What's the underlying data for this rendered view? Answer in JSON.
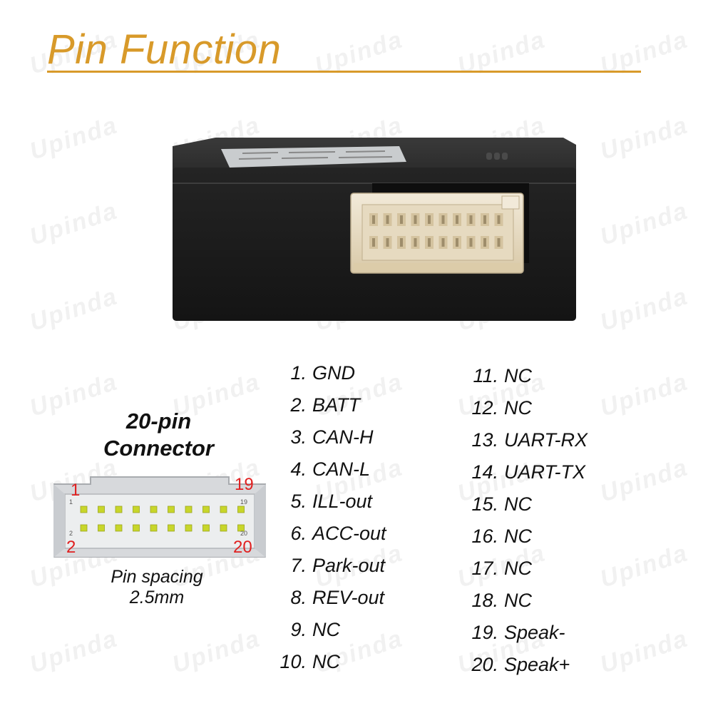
{
  "header": {
    "title": "Pin Function"
  },
  "watermark": {
    "text": "Upinda"
  },
  "connector": {
    "heading_line1": "20-pin",
    "heading_line2": "Connector",
    "corner_labels": {
      "top_left": "1",
      "bottom_left": "2",
      "top_right": "19",
      "bottom_right": "20"
    },
    "small_labels": {
      "top_left": "1",
      "bottom_left": "2",
      "top_right": "19",
      "bottom_right": "20"
    },
    "spacing_line1": "Pin spacing",
    "spacing_line2": "2.5mm"
  },
  "pins_left": [
    {
      "num": "1.",
      "name": "GND"
    },
    {
      "num": "2.",
      "name": "BATT"
    },
    {
      "num": "3.",
      "name": "CAN-H"
    },
    {
      "num": "4.",
      "name": "CAN-L"
    },
    {
      "num": "5.",
      "name": "ILL-out"
    },
    {
      "num": "6.",
      "name": "ACC-out"
    },
    {
      "num": "7.",
      "name": "Park-out"
    },
    {
      "num": "8.",
      "name": "REV-out"
    },
    {
      "num": "9.",
      "name": "NC"
    },
    {
      "num": "10.",
      "name": "NC"
    }
  ],
  "pins_right": [
    {
      "num": "11.",
      "name": "NC"
    },
    {
      "num": "12.",
      "name": "NC"
    },
    {
      "num": "13.",
      "name": "UART-RX"
    },
    {
      "num": "14.",
      "name": "UART-TX"
    },
    {
      "num": "15.",
      "name": "NC"
    },
    {
      "num": "16.",
      "name": "NC"
    },
    {
      "num": "17.",
      "name": "NC"
    },
    {
      "num": "18.",
      "name": "NC"
    },
    {
      "num": "19.",
      "name": "Speak-"
    },
    {
      "num": "20.",
      "name": "Speak+"
    }
  ],
  "colors": {
    "accent": "#d89a2a",
    "pin_label_red": "#e02020",
    "pin_green": "#c8d62a",
    "housing": "#d7d9dc",
    "housing_dark": "#a8abaf",
    "device_body": "#1e1e1e",
    "plug": "#e8dcc5"
  }
}
